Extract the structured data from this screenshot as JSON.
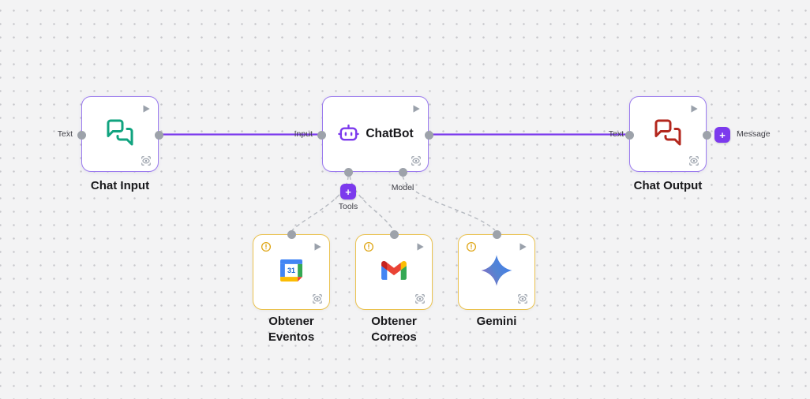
{
  "canvas": {
    "type": "flow-editor",
    "background": "#f3f3f4",
    "dot_color": "#c7c7cb"
  },
  "colors": {
    "accent_purple": "#7c3aed",
    "node_border_purple": "#9b7bee",
    "edge_purple": "#7c3aed",
    "warning_border": "#eac24f",
    "warning_icon": "#dfa514",
    "handle_gray": "#9da2aa",
    "icon_gray": "#9aa1ab",
    "chat_input_icon_green": "#10a37f",
    "chat_output_icon_red": "#b3271d",
    "title_color": "#18181b"
  },
  "glyphs": {
    "plus": "+"
  },
  "nodes": {
    "chat_input": {
      "title": "Chat Input",
      "left_port_label": "Text",
      "icon": "chat-bubbles-icon"
    },
    "chatbot": {
      "title": "ChatBot",
      "left_port_label": "Input",
      "tools_port_label": "Tools",
      "model_port_label": "Model",
      "icon": "bot-icon"
    },
    "chat_output": {
      "title": "Chat Output",
      "left_port_label": "Text",
      "output_label": "Message",
      "icon": "chat-bubbles-icon"
    },
    "obtener_eventos": {
      "title_lines": [
        "Obtener",
        "Eventos"
      ],
      "icon": "google-calendar-icon",
      "status": "warning",
      "calendar_day": "31"
    },
    "obtener_correos": {
      "title_lines": [
        "Obtener",
        "Correos"
      ],
      "icon": "gmail-icon",
      "status": "warning"
    },
    "gemini": {
      "title_lines": [
        "Gemini"
      ],
      "icon": "gemini-icon",
      "status": "warning"
    }
  },
  "edges": [
    {
      "from": "chat_input.output",
      "to": "chatbot.input",
      "style": "solid"
    },
    {
      "from": "chatbot.output",
      "to": "chat_output.input",
      "style": "solid"
    },
    {
      "from": "chatbot.tools",
      "to": "obtener_eventos",
      "style": "dashed"
    },
    {
      "from": "chatbot.tools",
      "to": "obtener_correos",
      "style": "dashed"
    },
    {
      "from": "chatbot.model",
      "to": "gemini",
      "style": "dashed"
    }
  ]
}
